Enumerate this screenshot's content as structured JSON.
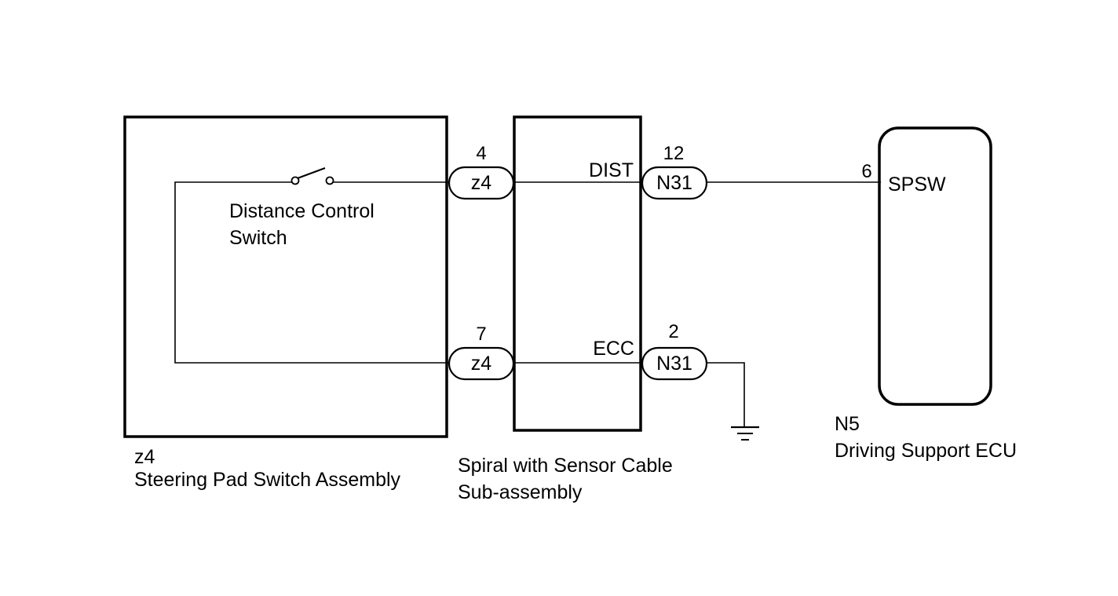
{
  "components": {
    "steering_pad": {
      "code": "z4",
      "name": "Steering Pad Switch Assembly",
      "switch_label_line1": "Distance Control",
      "switch_label_line2": "Switch"
    },
    "spiral": {
      "name_line1": "Spiral with Sensor Cable",
      "name_line2": "Sub-assembly",
      "signal_top": "DIST",
      "signal_bottom": "ECC"
    },
    "ecu": {
      "code": "N5",
      "name": "Driving Support ECU",
      "terminal": "SPSW"
    }
  },
  "connectors": {
    "z4_top": {
      "label": "z4",
      "pin": "4"
    },
    "z4_bottom": {
      "label": "z4",
      "pin": "7"
    },
    "n31_top": {
      "label": "N31",
      "pin": "12"
    },
    "n31_bottom": {
      "label": "N31",
      "pin": "2"
    },
    "ecu_pin": "6"
  }
}
